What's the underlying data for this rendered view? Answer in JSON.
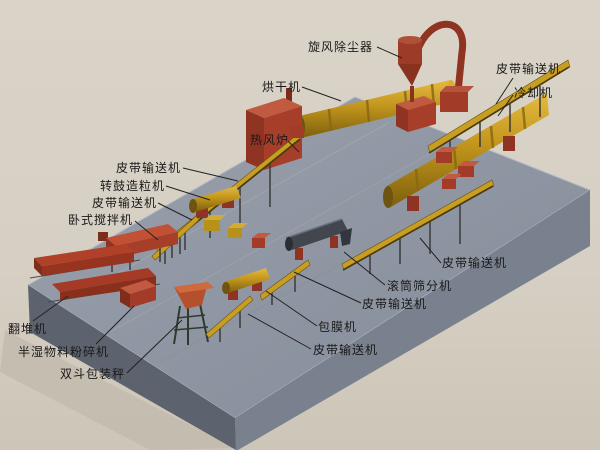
{
  "scene": {
    "description_colors": {
      "background": "#d7d0c4",
      "platform_top": "#939aa6",
      "platform_front": "#79808e",
      "platform_side": "#5d636e",
      "machine_yellow": "#c79d22",
      "machine_red": "#a23c28",
      "drum_screen_dark": "#42474f",
      "leader_line": "#222222"
    }
  },
  "labels": [
    {
      "id": "cyclone-dust-collector",
      "text": "旋风除尘器"
    },
    {
      "id": "dryer",
      "text": "烘干机"
    },
    {
      "id": "belt-conveyor-top-right",
      "text": "皮带输送机"
    },
    {
      "id": "cooler",
      "text": "冷却机"
    },
    {
      "id": "hot-air-furnace",
      "text": "热风炉"
    },
    {
      "id": "belt-conveyor-left-upper",
      "text": "皮带输送机"
    },
    {
      "id": "rotary-drum-granulator",
      "text": "转鼓造粒机"
    },
    {
      "id": "belt-conveyor-left-lower",
      "text": "皮带输送机"
    },
    {
      "id": "horizontal-mixer",
      "text": "卧式搅拌机"
    },
    {
      "id": "compost-turner",
      "text": "翻堆机"
    },
    {
      "id": "semi-wet-material-crusher",
      "text": "半湿物料粉碎机"
    },
    {
      "id": "double-hopper-packing-scale",
      "text": "双斗包装秤"
    },
    {
      "id": "belt-conveyor-bottom",
      "text": "皮带输送机"
    },
    {
      "id": "coating-machine",
      "text": "包膜机"
    },
    {
      "id": "belt-conveyor-middle",
      "text": "皮带输送机"
    },
    {
      "id": "drum-screening-machine",
      "text": "滚筒筛分机"
    },
    {
      "id": "belt-conveyor-right",
      "text": "皮带输送机"
    }
  ]
}
